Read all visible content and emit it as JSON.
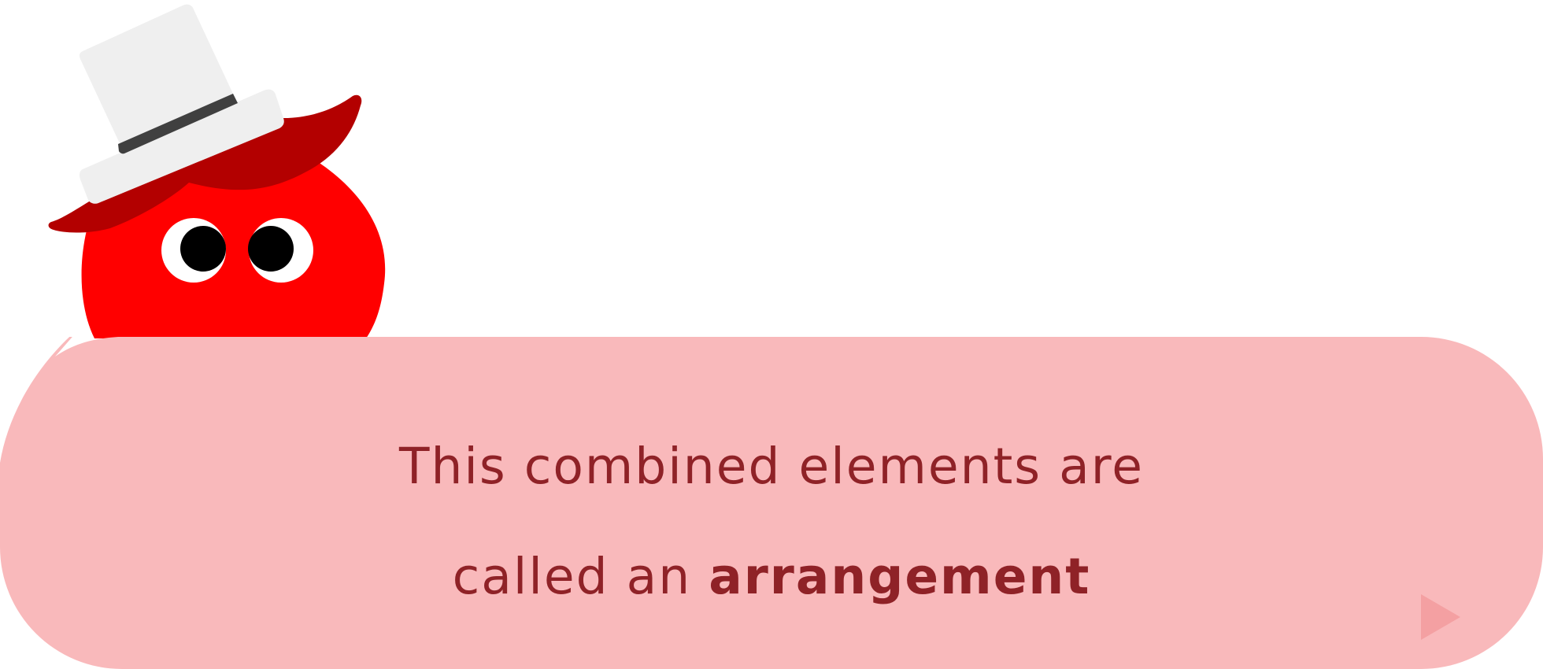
{
  "dialog": {
    "line1": "This combined elements are",
    "line2_plain": "called an ",
    "line2_emphasis": "arrangement"
  },
  "colors": {
    "bubble_fill": "#f9b9bb",
    "text": "#8f2227",
    "arrow": "#f4a0a2",
    "character_body": "#ff0000",
    "hat_brim_red": "#b30000",
    "top_hat": "#efefef",
    "hat_band": "#404040",
    "eye_white": "#ffffff",
    "pupil": "#000000"
  },
  "icons": {
    "next": "triangle-play-icon",
    "character": "red-blob-with-top-hat"
  }
}
